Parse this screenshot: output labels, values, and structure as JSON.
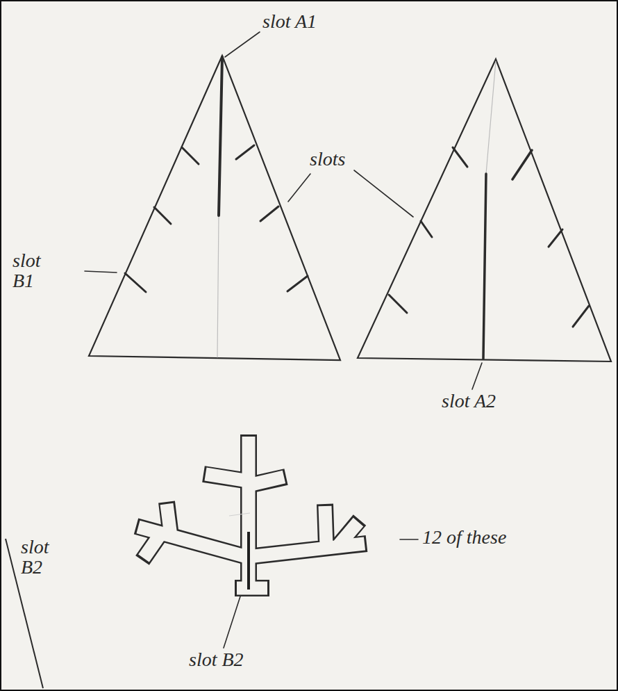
{
  "diagram": {
    "labels": [
      "slot A1",
      "slots",
      "slot B1",
      "slot A2",
      "slot B2",
      "12 of these",
      "slot B2"
    ]
  }
}
